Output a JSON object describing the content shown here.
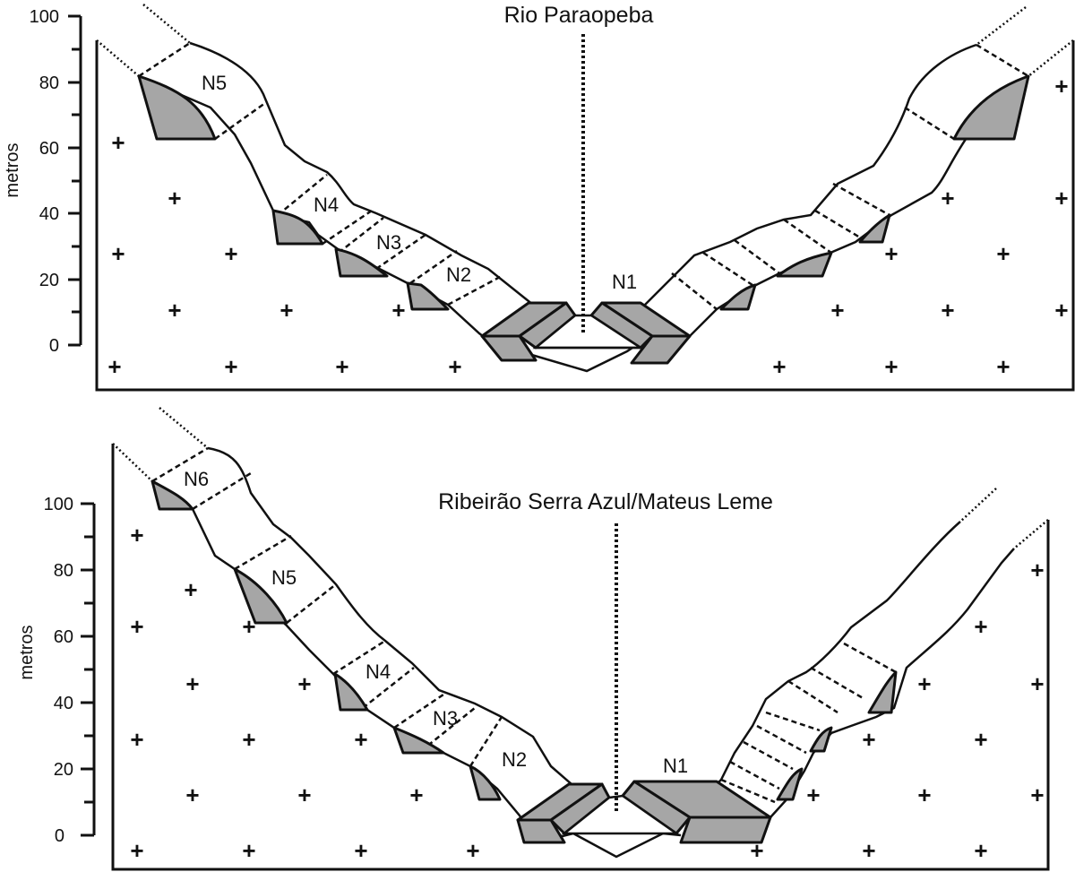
{
  "panels": [
    {
      "id": "top",
      "river_name": "Rio Paraopeba",
      "axis_label": "metros",
      "y_ticks": [
        "100",
        "80",
        "60",
        "40",
        "20",
        "0"
      ],
      "levels": [
        "N5",
        "N4",
        "N3",
        "N2",
        "N1"
      ],
      "colors": {
        "terrace_fill": "#a6a6a6",
        "line": "#111111"
      }
    },
    {
      "id": "bottom",
      "river_name": "Ribeirão Serra Azul/Mateus Leme",
      "axis_label": "metros",
      "y_ticks": [
        "100",
        "80",
        "60",
        "40",
        "20",
        "0"
      ],
      "levels": [
        "N6",
        "N5",
        "N4",
        "N3",
        "N2",
        "N1"
      ],
      "colors": {
        "terrace_fill": "#a6a6a6",
        "line": "#111111"
      }
    }
  ],
  "legend_symbols": {
    "bedrock": "+"
  }
}
